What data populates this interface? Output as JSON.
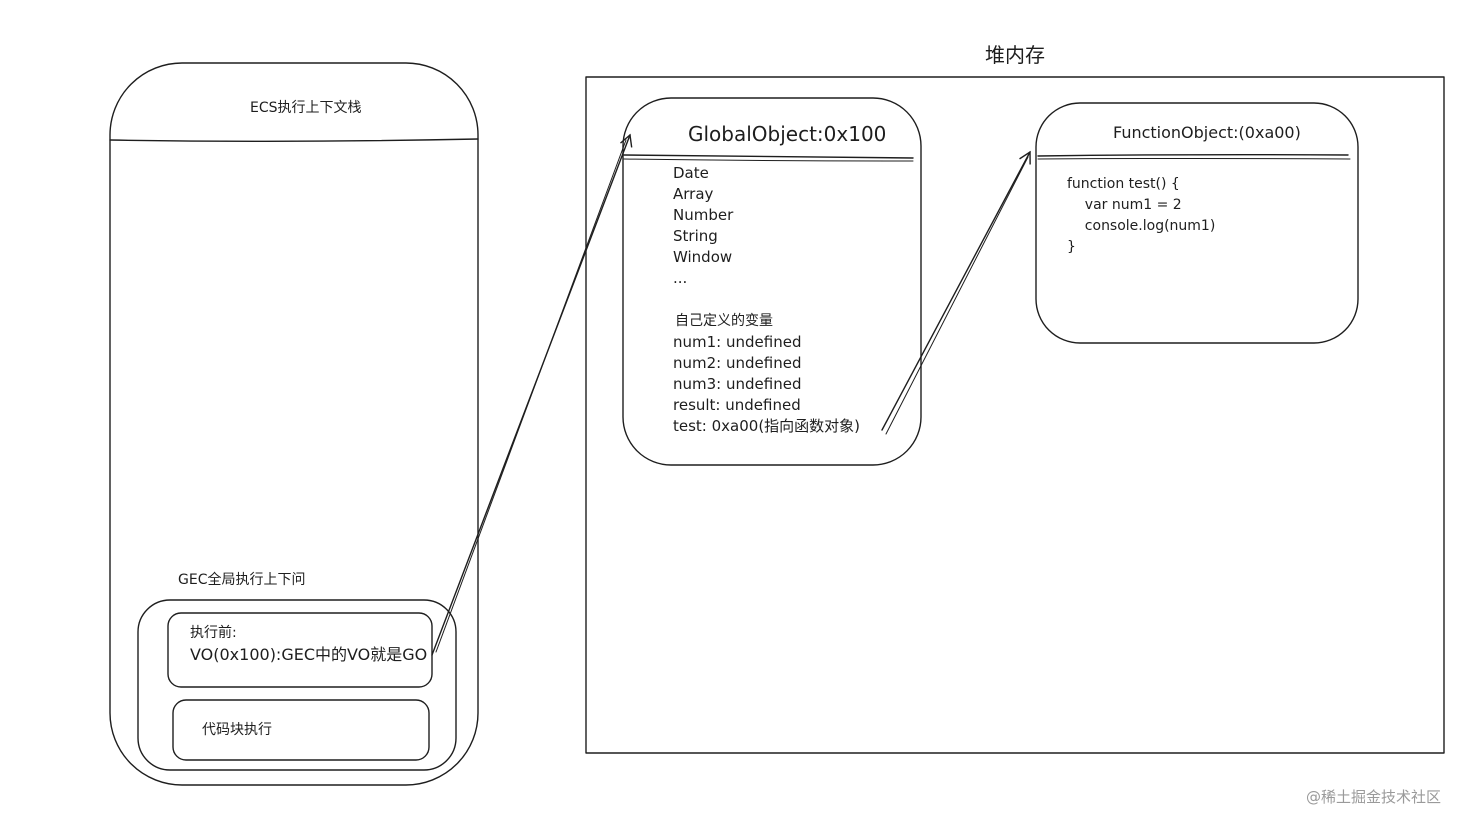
{
  "ecs": {
    "title": "ECS执行上下文栈",
    "gec_label": "GEC全局执行上下问",
    "vo_box": {
      "line1": "执行前:",
      "line2": "VO(0x100):GEC中的VO就是GO"
    },
    "code_box": "代码块执行"
  },
  "heap": {
    "title": "堆内存",
    "global_object": {
      "title": "GlobalObject:0x100",
      "builtins": [
        "Date",
        "Array",
        "Number",
        "String",
        "Window",
        "..."
      ],
      "section_label": "自己定义的变量",
      "vars": [
        "num1: undefined",
        "num2: undefined",
        "num3: undefined",
        "result: undefined",
        "test: 0xa00(指向函数对象)"
      ]
    },
    "function_object": {
      "title": "FunctionObject:(0xa00)",
      "code": [
        "function test() {",
        "    var num1 = 2",
        "    console.log(num1)",
        "}"
      ]
    }
  },
  "watermark": "@稀土掘金技术社区"
}
